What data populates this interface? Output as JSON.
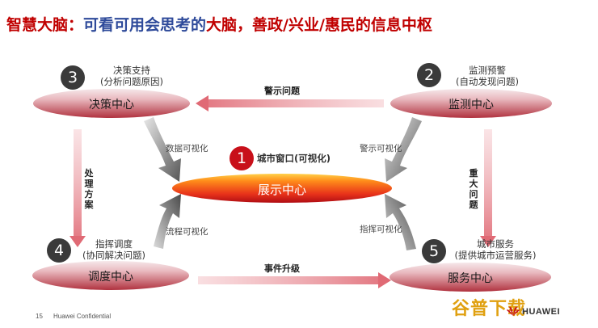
{
  "title": {
    "part1": "智慧大脑：",
    "part2": "可看可用会思考的",
    "part3": "大脑，善政/兴业/惠民的信息中枢"
  },
  "nodes": {
    "decision": {
      "label": "决策中心",
      "number": "3",
      "note_line1": "决策支持",
      "note_line2": "(分析问题原因)"
    },
    "monitor": {
      "label": "监测中心",
      "number": "2",
      "note_line1": "监测预警",
      "note_line2": "(自动发现问题)"
    },
    "display": {
      "label": "展示中心",
      "number": "1",
      "note": "城市窗口(可视化)"
    },
    "dispatch": {
      "label": "调度中心",
      "number": "4",
      "note_line1": "指挥调度",
      "note_line2": "(协同解决问题)"
    },
    "service": {
      "label": "服务中心",
      "number": "5",
      "note_line1": "城市服务",
      "note_line2": "(提供城市运营服务)"
    }
  },
  "flows": {
    "warning_top": "警示问题",
    "event_bottom": "事件升级",
    "handling_left": "处理方案",
    "major_right": "重大问题",
    "data_vis": "数据可视化",
    "warning_vis": "警示可视化",
    "process_vis": "流程可视化",
    "command_vis": "指挥可视化"
  },
  "colors": {
    "accent_red": "#c00000",
    "title_blue": "#2e4a9a",
    "badge_red": "#c8101a",
    "badge_dark": "#3a3a3a"
  },
  "footer": {
    "page_number": "15",
    "confidential": "Huawei Confidential",
    "watermark": "谷普下载",
    "logo": "HUAWEI"
  },
  "icons": {
    "logo": "huawei-flower-icon"
  }
}
